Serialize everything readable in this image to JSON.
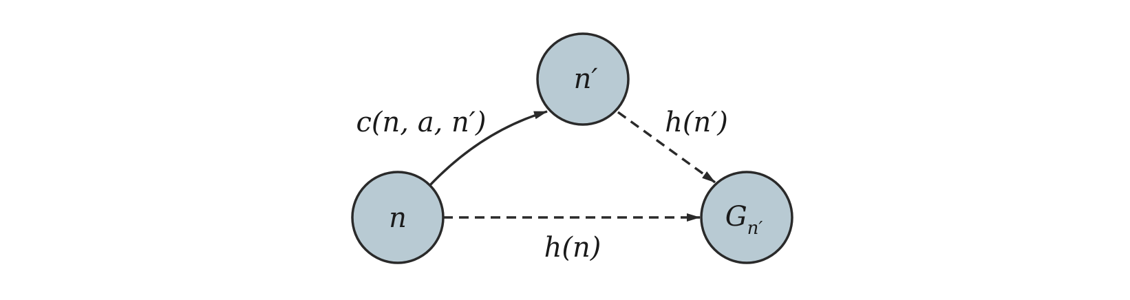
{
  "colors": {
    "node_fill": "#b8cad3",
    "node_stroke": "#2a2a2a",
    "edge": "#2a2a2a",
    "text": "#1a1a1a"
  },
  "nodes": {
    "n": {
      "label": "n"
    },
    "n_prime": {
      "label": "n′"
    },
    "goal": {
      "label": "G",
      "subscript": "n′"
    }
  },
  "edges": {
    "cost": {
      "label": "c(n, a, n′)",
      "style": "solid"
    },
    "h_n_prime": {
      "label": "h(n′)",
      "style": "dashed"
    },
    "h_n": {
      "label": "h(n)",
      "style": "dashed"
    }
  }
}
